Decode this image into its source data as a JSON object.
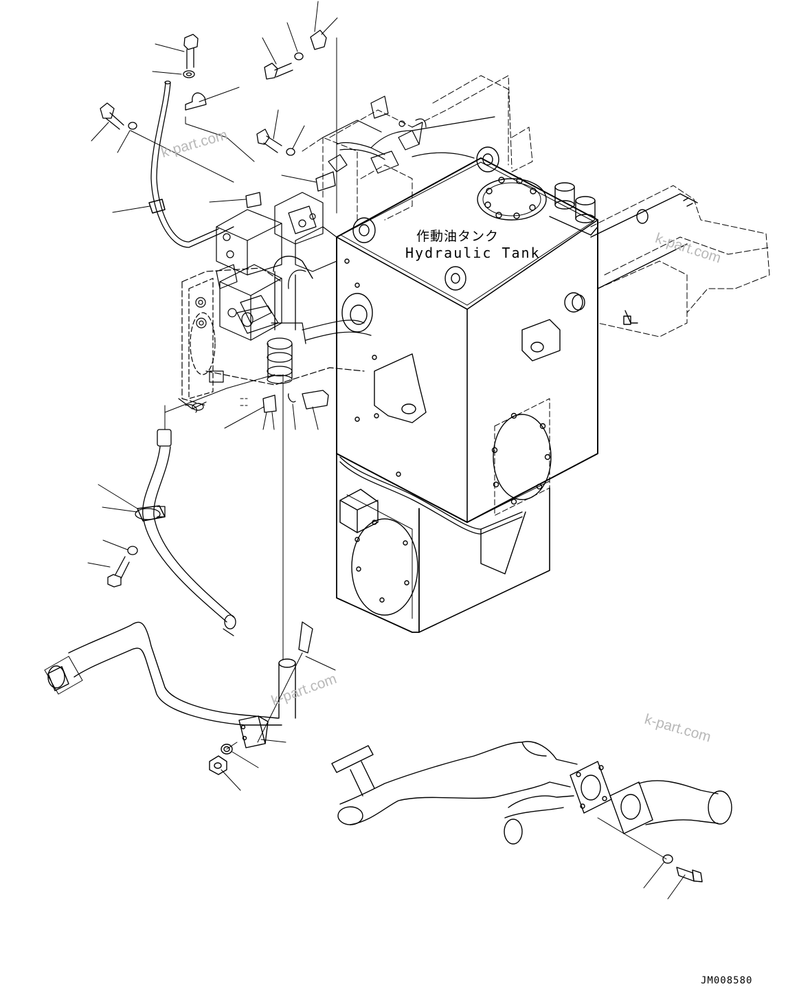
{
  "diagram": {
    "tank_label_jp": "作動油タンク",
    "tank_label_en": "Hydraulic Tank",
    "drawing_id": "JM008580",
    "watermarks": [
      "k-part.com",
      "k-part.com",
      "k-part.com",
      "k-part.com"
    ]
  },
  "colors": {
    "line": "#000000",
    "watermark": "#b8b8b8",
    "background": "#ffffff"
  }
}
